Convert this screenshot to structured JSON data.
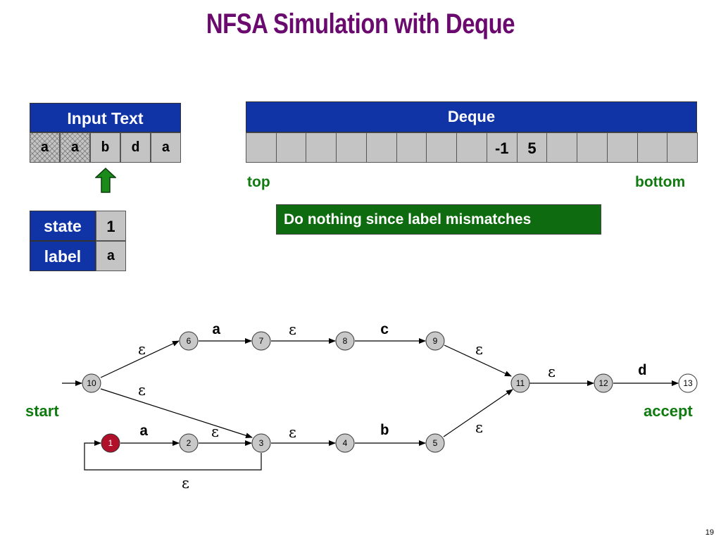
{
  "title": "NFSA Simulation with Deque",
  "input_text": {
    "header": "Input Text",
    "cells": [
      "a",
      "a",
      "b",
      "d",
      "a"
    ],
    "consumed": 2
  },
  "state_table": {
    "state_label": "state",
    "state_value": "1",
    "label_label": "label",
    "label_value": "a"
  },
  "deque": {
    "header": "Deque",
    "cells": [
      "",
      "",
      "",
      "",
      "",
      "",
      "",
      "",
      "-1",
      "5",
      "",
      "",
      "",
      "",
      ""
    ],
    "top_label": "top",
    "bottom_label": "bottom"
  },
  "message": "Do nothing since label mismatches",
  "diagram": {
    "start_label": "start",
    "accept_label": "accept",
    "current_state": "1",
    "colors": {
      "current": "#b0102a",
      "node": "#c8c8c8",
      "accept": "#ffffff"
    },
    "nodes": [
      "10",
      "6",
      "7",
      "8",
      "9",
      "11",
      "12",
      "13",
      "1",
      "2",
      "3",
      "4",
      "5"
    ],
    "edge_labels": {
      "n10_6": "ε",
      "n6_7": "a",
      "n7_8": "ε",
      "n8_9": "c",
      "n9_11": "ε",
      "n10_3": "ε",
      "n1_2": "a",
      "n2_3": "ε",
      "n3_4": "ε",
      "n4_5": "b",
      "n5_11": "ε",
      "n11_12": "ε",
      "n12_13": "d",
      "n3_1": "ε"
    }
  },
  "page_number": "19"
}
